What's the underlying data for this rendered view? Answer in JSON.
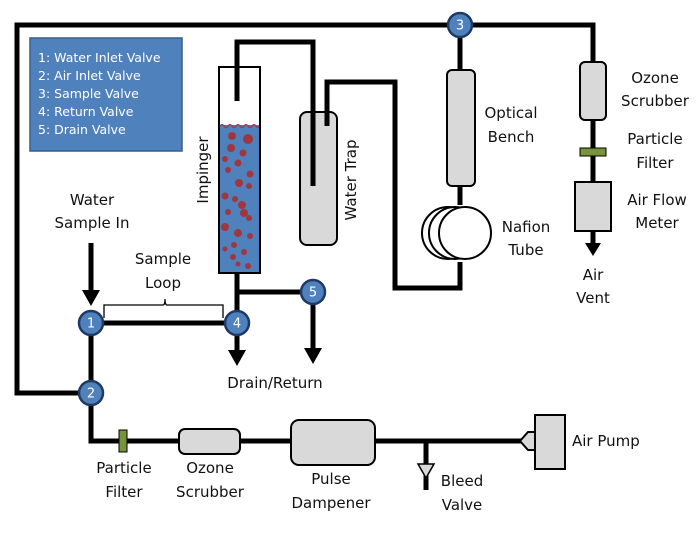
{
  "legend": {
    "items": [
      "1:  Water Inlet Valve",
      "2:  Air Inlet Valve",
      "3:  Sample Valve",
      "4:  Return Valve",
      "5:  Drain Valve"
    ]
  },
  "valves": [
    {
      "id": "1",
      "name": "Water Inlet Valve"
    },
    {
      "id": "2",
      "name": "Air Inlet Valve"
    },
    {
      "id": "3",
      "name": "Sample Valve"
    },
    {
      "id": "4",
      "name": "Return Valve"
    },
    {
      "id": "5",
      "name": "Drain Valve"
    }
  ],
  "labels": {
    "water_sample_in": [
      "Water",
      "Sample In"
    ],
    "sample_loop": [
      "Sample",
      "Loop"
    ],
    "impinger": "Impinger",
    "water_trap": "Water Trap",
    "optical_bench": [
      "Optical",
      "Bench"
    ],
    "nafion_tube": [
      "Nafion",
      "Tube"
    ],
    "ozone_scrubber_top": [
      "Ozone",
      "Scrubber"
    ],
    "particle_filter_top": [
      "Particle",
      "Filter"
    ],
    "air_flow_meter": [
      "Air Flow",
      "Meter"
    ],
    "air_vent": [
      "Air",
      "Vent"
    ],
    "drain_return": "Drain/Return",
    "particle_filter_bottom": [
      "Particle",
      "Filter"
    ],
    "ozone_scrubber_bottom": [
      "Ozone",
      "Scrubber"
    ],
    "pulse_dampener": [
      "Pulse",
      "Dampener"
    ],
    "bleed_valve": [
      "Bleed",
      "Valve"
    ],
    "air_pump": "Air Pump"
  },
  "colors": {
    "legend_bg": "#4f81bd",
    "valve_fill": "#4f81bd",
    "liquid": "#4f81bd",
    "bubble": "#a0363f",
    "component_fill": "#d9d9d9",
    "filter_fill": "#77933c"
  }
}
